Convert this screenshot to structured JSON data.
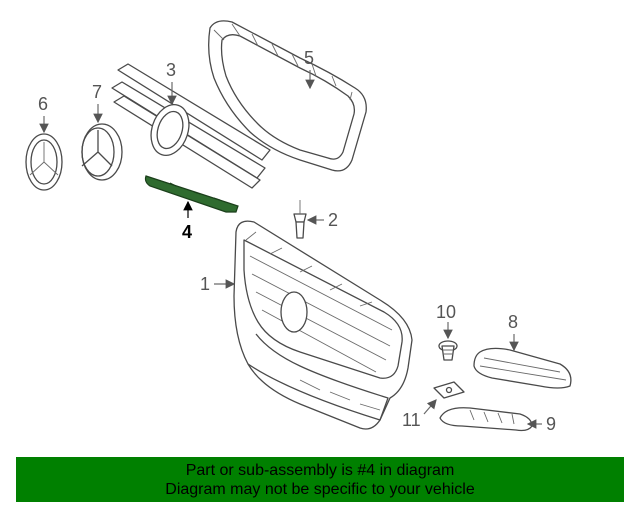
{
  "callouts": {
    "c1": "1",
    "c2": "2",
    "c3": "3",
    "c4": "4",
    "c5": "5",
    "c6": "6",
    "c7": "7",
    "c8": "8",
    "c9": "9",
    "c10": "10",
    "c11": "11"
  },
  "highlight_part": "4",
  "highlight_color": "#2f6b2f",
  "banner": {
    "line1": "Part or sub-assembly is #4 in diagram",
    "line2": "Diagram may not be specific to your vehicle",
    "background": "#008000"
  }
}
